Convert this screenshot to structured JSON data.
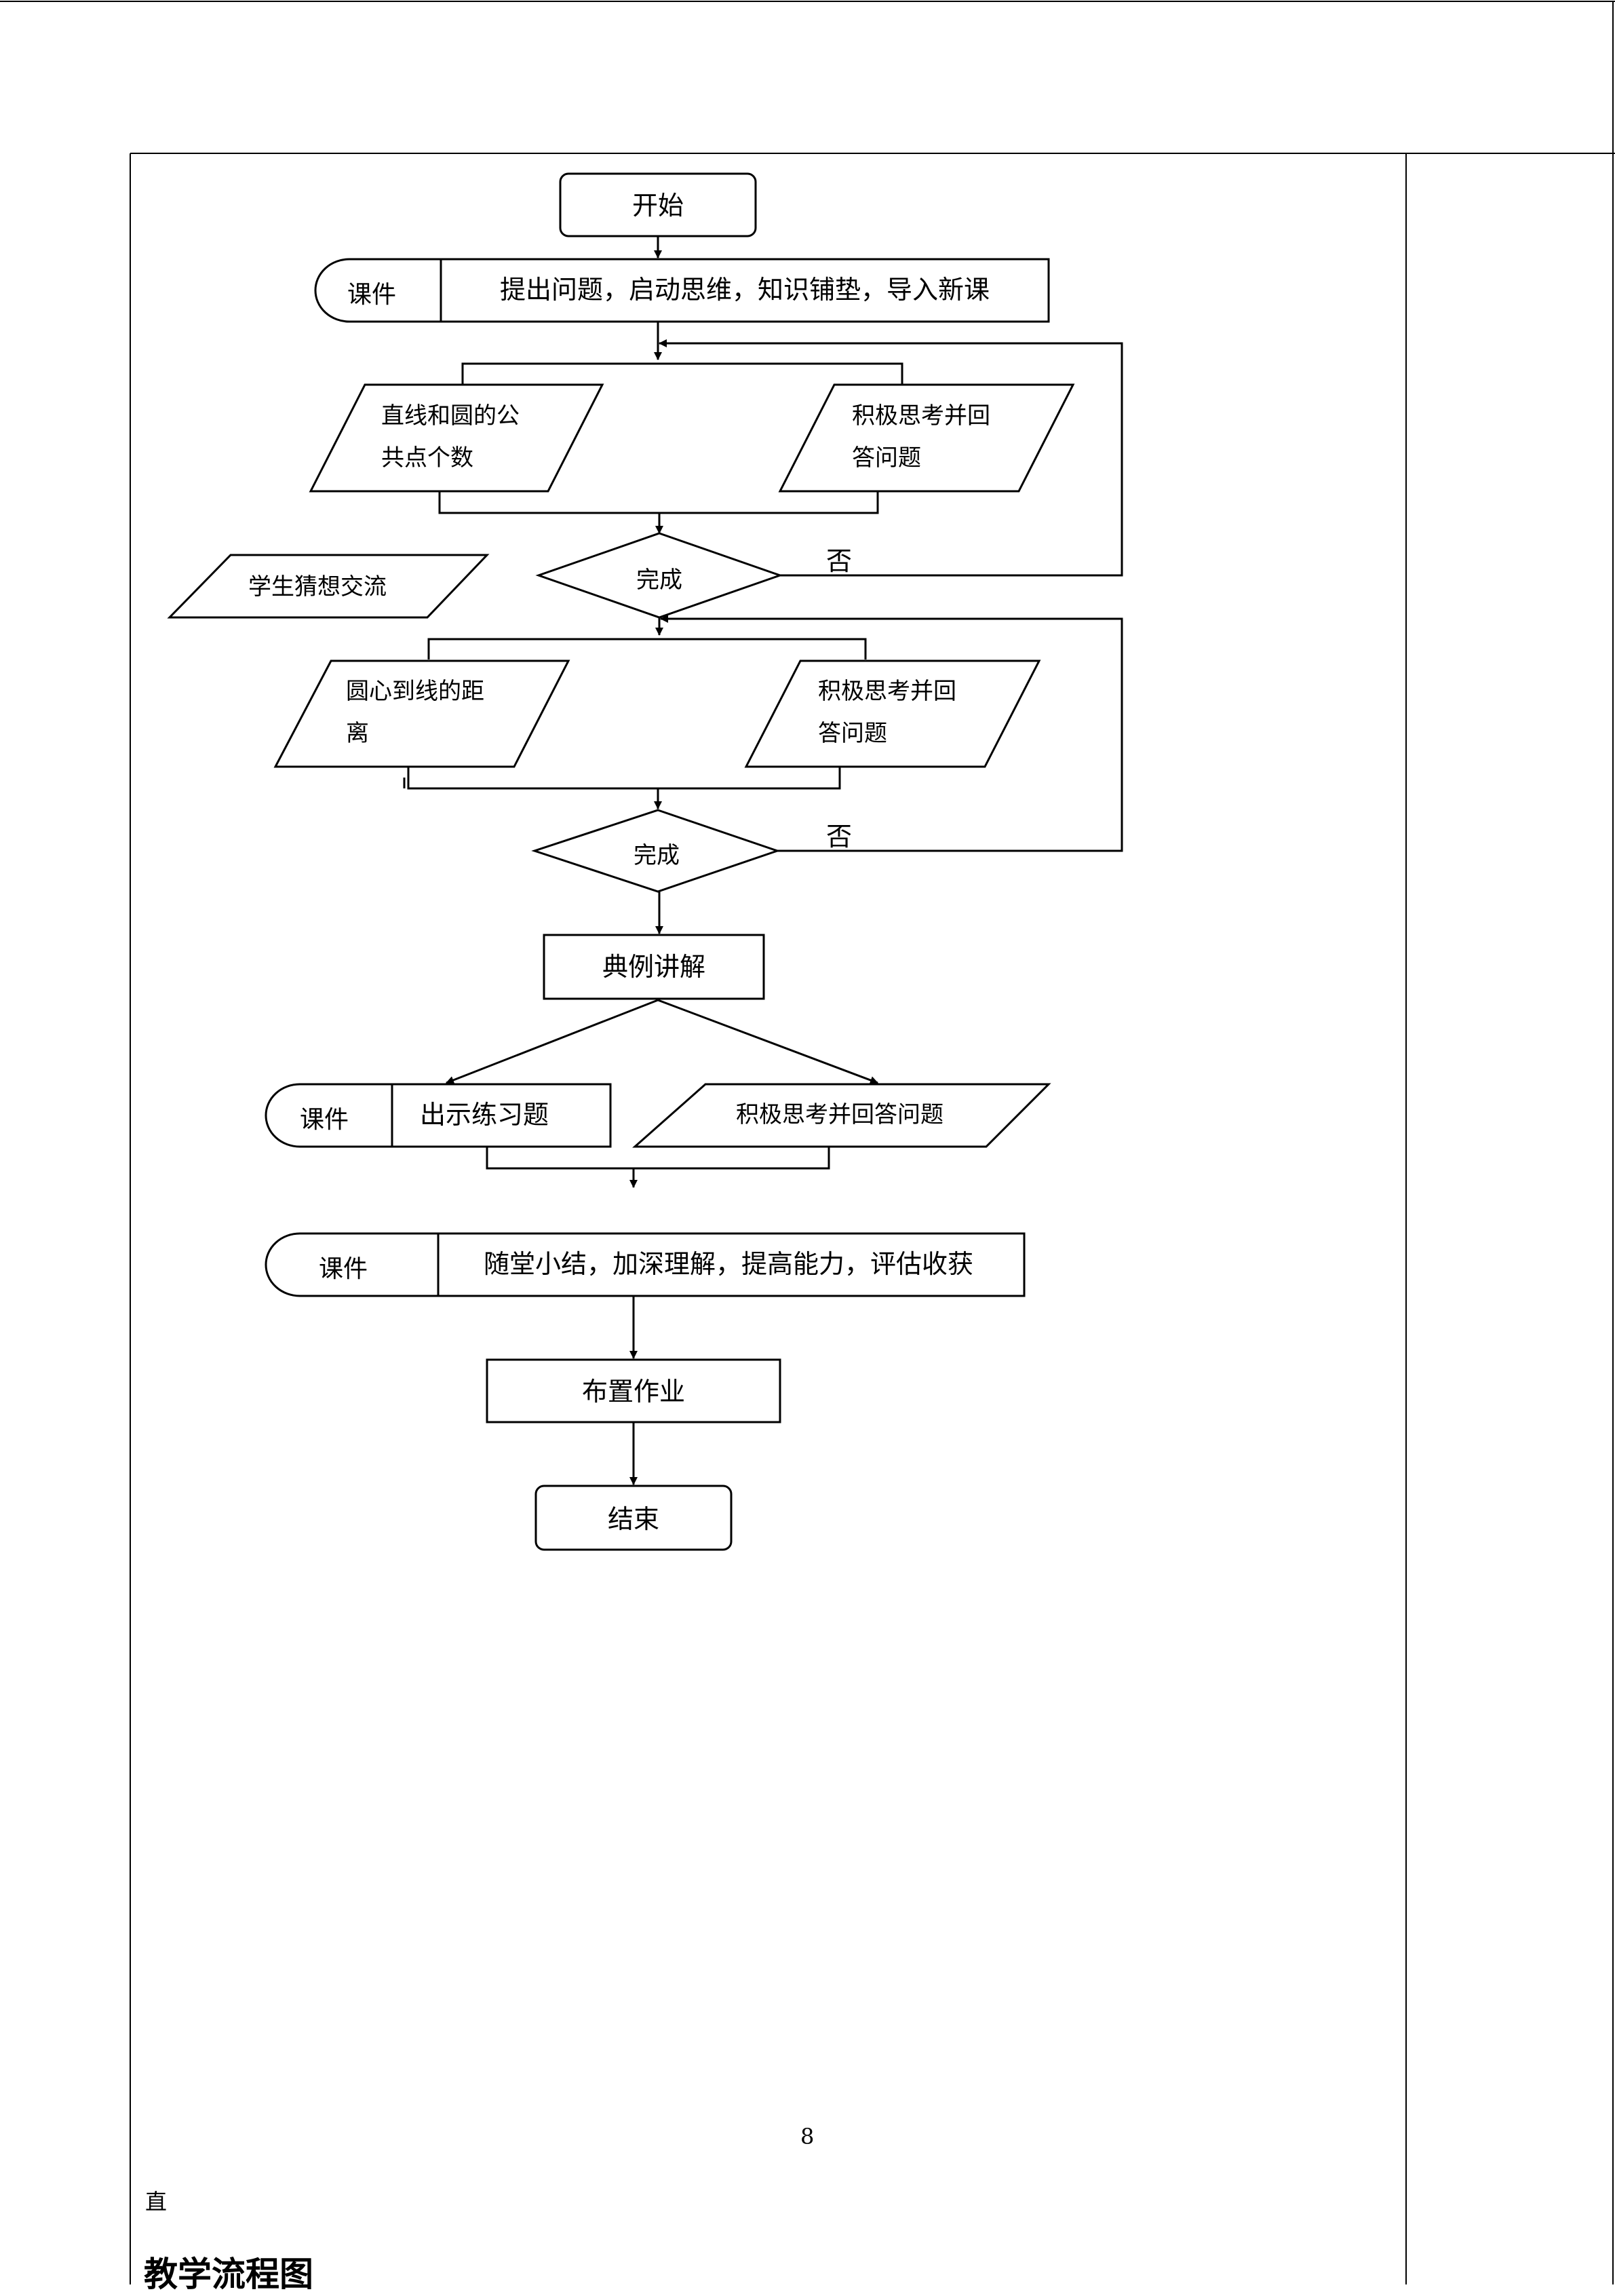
{
  "flowchart": {
    "start": "开始",
    "courseware_label": "课件",
    "intro": "提出问题，启动思维，知识铺垫，导入新课",
    "step1_left": [
      "直线和圆的公",
      "共点个数"
    ],
    "step1_right": [
      "积极思考并回",
      "答问题"
    ],
    "student_guess": "学生猜想交流",
    "done": "完成",
    "no": "否",
    "step2_left": [
      "圆心到线的距",
      "离"
    ],
    "step2_right": [
      "积极思考并回",
      "答问题"
    ],
    "example": "典例讲解",
    "exercise": "出示练习题",
    "exercise_answer": "积极思考并回答问题",
    "summary": "随堂小结，加深理解，提高能力，评估收获",
    "homework": "布置作业",
    "end": "结束"
  },
  "page_number": "8",
  "fragment_text": "直",
  "section_heading": "教学流程图"
}
